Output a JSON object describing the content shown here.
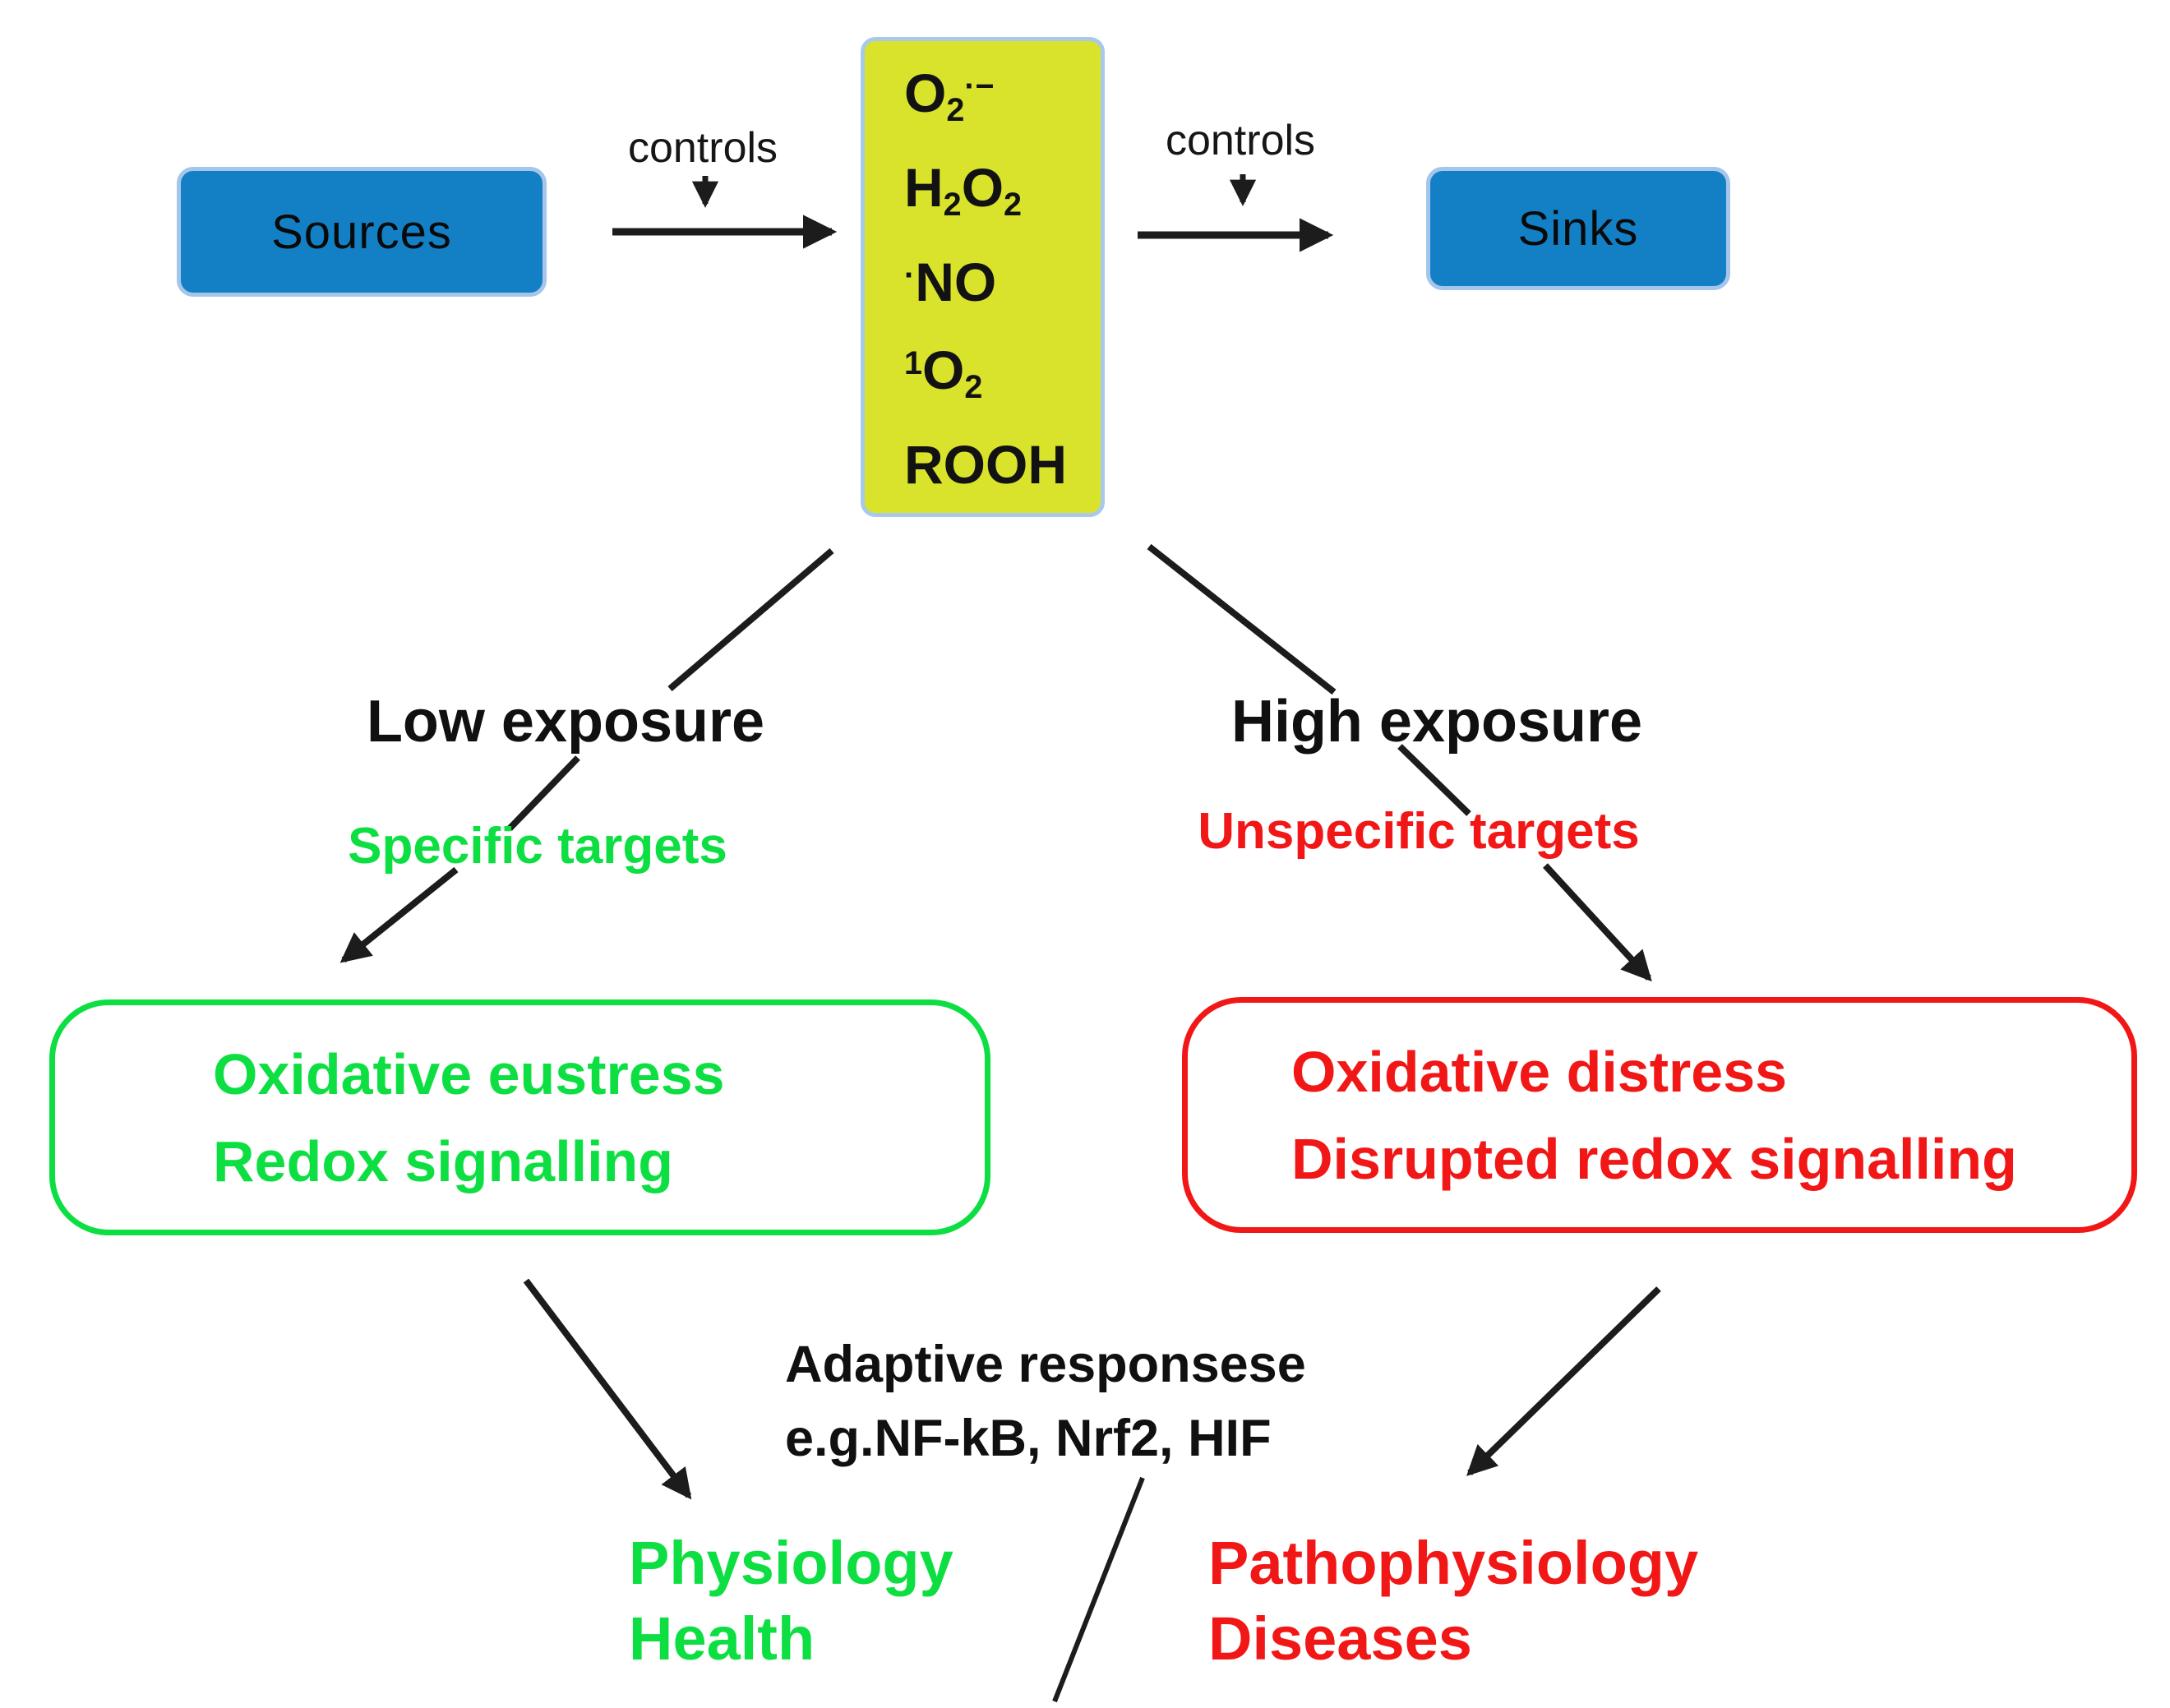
{
  "title": "Redox sources, sinks, exposure and outcomes diagram",
  "colors": {
    "blue_fill": "#1380c6",
    "blue_border": "#a5c6ea",
    "yellow_fill": "#d9e32c",
    "yellow_border": "#a9c9ea",
    "green": "#0ddf43",
    "red": "#f21717",
    "ink": "#1c1c1c",
    "background": "#ffffff"
  },
  "top": {
    "sources_label": "Sources",
    "sinks_label": "Sinks",
    "controls_left": "controls",
    "controls_right": "controls"
  },
  "species_box": {
    "items": [
      {
        "name": "superoxide",
        "segments": [
          {
            "text": "O"
          },
          {
            "text": "2",
            "style": "sub"
          },
          {
            "text": "·−",
            "style": "sup"
          }
        ]
      },
      {
        "name": "hydrogen-peroxide",
        "segments": [
          {
            "text": "H"
          },
          {
            "text": "2",
            "style": "sub"
          },
          {
            "text": "O"
          },
          {
            "text": "2",
            "style": "sub"
          }
        ]
      },
      {
        "name": "nitric-oxide",
        "segments": [
          {
            "text": "·",
            "style": "sup"
          },
          {
            "text": "NO"
          }
        ]
      },
      {
        "name": "singlet-oxygen",
        "segments": [
          {
            "text": "1",
            "style": "sup"
          },
          {
            "text": "O"
          },
          {
            "text": "2",
            "style": "sub"
          }
        ]
      },
      {
        "name": "hydroperoxide",
        "segments": [
          {
            "text": "ROOH"
          }
        ]
      }
    ]
  },
  "left_path": {
    "exposure": "Low exposure",
    "targets": "Specific targets",
    "outcome_line1": "Oxidative eustress",
    "outcome_line2": "Redox signalling",
    "result_line1": "Physiology",
    "result_line2": "Health"
  },
  "right_path": {
    "exposure": "High exposure",
    "targets": "Unspecific targets",
    "outcome_line1": "Oxidative distress",
    "outcome_line2": "Disrupted redox signalling",
    "result_line1": "Pathophysiology",
    "result_line2": "Diseases"
  },
  "center": {
    "adaptive_line1": "Adaptive responsese",
    "adaptive_line2": "e.g.NF-kB, Nrf2, HIF"
  }
}
